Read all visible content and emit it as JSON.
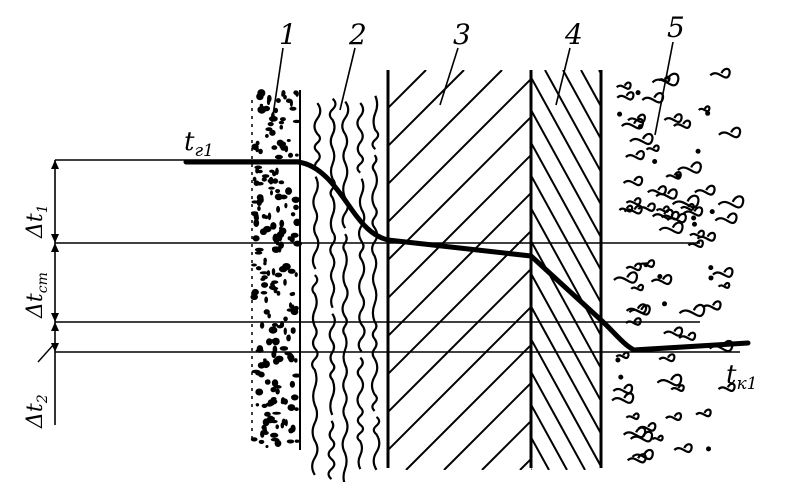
{
  "layers": [
    {
      "label": "1"
    },
    {
      "label": "2"
    },
    {
      "label": "3"
    },
    {
      "label": "4"
    },
    {
      "label": "5"
    }
  ],
  "temperatures": {
    "hot": {
      "symbol": "t",
      "subscript": "г1"
    },
    "cold": {
      "symbol": "t",
      "subscript": "к1"
    }
  },
  "drops": [
    {
      "symbol": "Δt",
      "subscript": "1"
    },
    {
      "symbol": "Δt",
      "subscript": "ст"
    },
    {
      "symbol": "Δt",
      "subscript": "2"
    }
  ],
  "colors": {
    "ink": "#000000",
    "paper": "#ffffff"
  }
}
